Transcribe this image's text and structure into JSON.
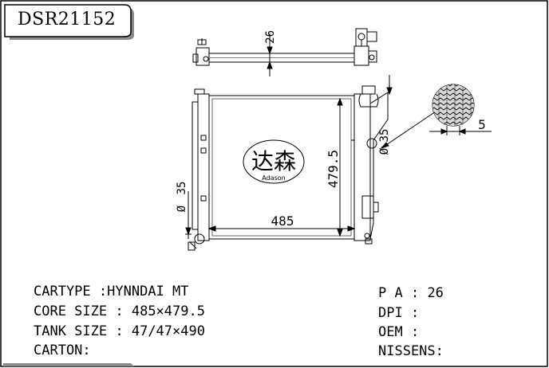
{
  "part_number": "DSR21152",
  "logo": {
    "chinese": "达森",
    "latin": "Adason"
  },
  "dimensions": {
    "tank_height": "26",
    "core_height": "479.5",
    "core_width": "485",
    "outlet_diameter": "35",
    "inlet_diameter": "35",
    "fin_pitch": "5"
  },
  "specs": {
    "left": [
      {
        "label": "CARTYPE",
        "sep": " :",
        "value": "HYNNDAI MT"
      },
      {
        "label": "CORE SIZE",
        "sep": " : ",
        "value": "485×479.5"
      },
      {
        "label": "TANK SIZE",
        "sep": " : ",
        "value": "47/47×490"
      },
      {
        "label": "CARTON",
        "sep": ":",
        "value": ""
      }
    ],
    "right": [
      {
        "label": "P A",
        "sep": " : ",
        "value": "26"
      },
      {
        "label": "DPI",
        "sep": " : ",
        "value": ""
      },
      {
        "label": "OEM",
        "sep": " : ",
        "value": ""
      },
      {
        "label": "NISSENS",
        "sep": ":",
        "value": ""
      }
    ]
  }
}
